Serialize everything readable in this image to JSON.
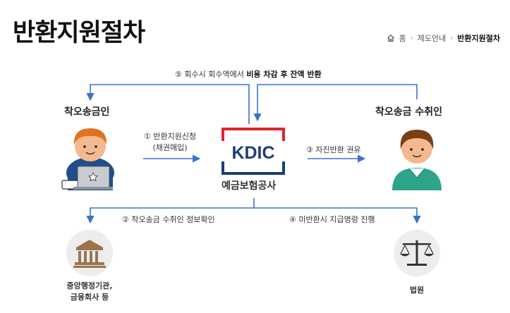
{
  "page": {
    "title": "반환지원절차"
  },
  "breadcrumb": {
    "home_label": "홈",
    "section": "제도안내",
    "current": "반환지원절차"
  },
  "flow": {
    "step5": {
      "prefix": "⑤ 회수시 회수액에서 ",
      "bold": "비용 차감 후 잔액 반환"
    },
    "step1": {
      "line1": "① 반환지원신청",
      "line2": "(채권매입)"
    },
    "step3": "③ 자진반환 권유",
    "step2": "② 착오송금 수취인 정보확인",
    "step4": "④ 미반환시 지급명령 진행",
    "sender": "착오송금인",
    "receiver": "착오송금 수취인",
    "kdic_logo": "KDIC",
    "kdic_name": "예금보험공사",
    "gov_line1": "중앙행정기관,",
    "gov_line2": "금융회사 등",
    "court": "법원"
  },
  "colors": {
    "arrow": "#3a72c8",
    "kdic_red": "#e2232c",
    "kdic_navy": "#1d3d78",
    "icon_bg": "#ededed"
  }
}
